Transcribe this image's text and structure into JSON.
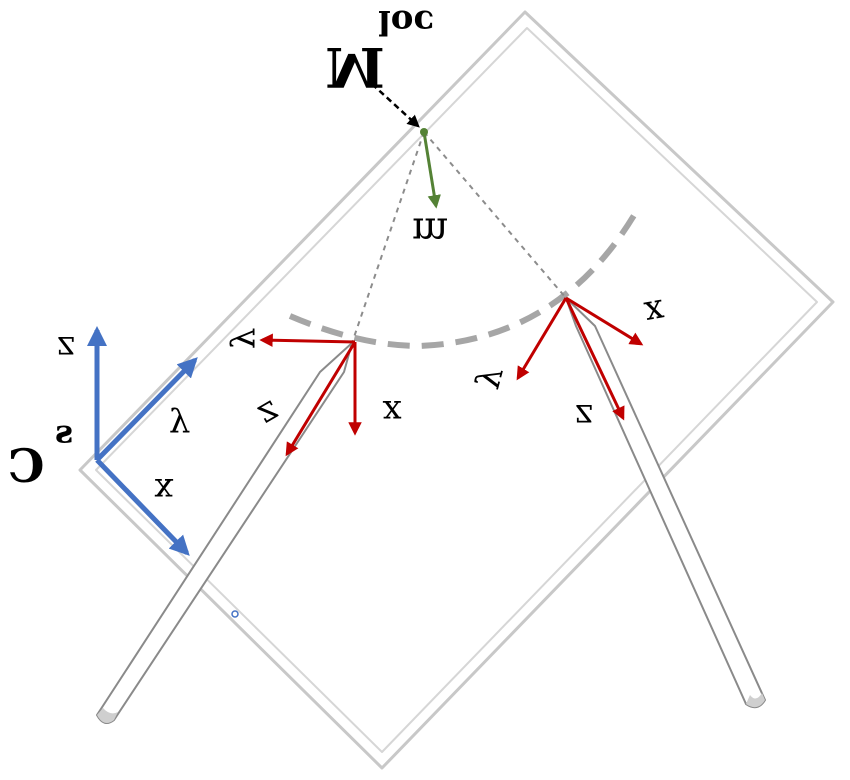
{
  "labels": {
    "marker_location": "M",
    "marker_location_superscript": "loc",
    "marker_vector": "m",
    "sensor_frame": "C",
    "sensor_frame_superscript": "s",
    "blue_axis_z": "z",
    "blue_axis_y": "y",
    "blue_axis_x": "x",
    "left_axis_y": "y",
    "left_axis_z": "z",
    "left_axis_x": "x",
    "right_axis_x": "x",
    "right_axis_y": "y",
    "right_axis_z": "z"
  },
  "colors": {
    "tablet_outline": "#c8c8c8",
    "pen_outline": "#8a8a8a",
    "dashed_line": "#8c8c8c",
    "arc": "#a6a6a6",
    "pen_frame_axes": "#c00000",
    "sensor_frame_axes": "#4472c4",
    "marker_vector": "#548235",
    "pointer_arrow": "#000000"
  },
  "icons": {
    "tablet": "tablet-outline",
    "left_pen": "stylus-pen",
    "right_pen": "stylus-pen",
    "camera": "camera-dot-icon"
  }
}
